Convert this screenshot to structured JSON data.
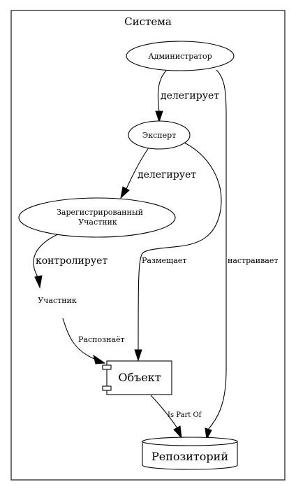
{
  "cluster": {
    "label": "Система"
  },
  "nodes": {
    "admin": {
      "label": "Администратор"
    },
    "expert": {
      "label": "Эксперт"
    },
    "registered": {
      "line1": "Зарегистрированный",
      "line2": "Участник"
    },
    "participant": {
      "label": "Участник"
    },
    "object": {
      "label": "Объект"
    },
    "repository": {
      "label": "Репозиторий"
    }
  },
  "edges": {
    "admin_expert": "делегирует",
    "expert_registered": "делегирует",
    "registered_participant": "контролирует",
    "participant_object": "Распознаёт",
    "expert_object": "Размещает",
    "admin_repository": "настраивает",
    "object_repository": "Is Part Of"
  }
}
